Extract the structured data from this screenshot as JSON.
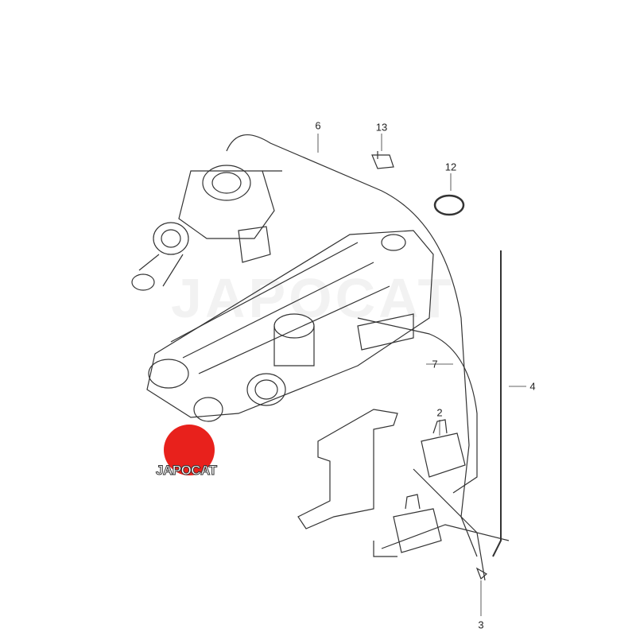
{
  "diagram": {
    "callouts": [
      {
        "id": "6",
        "label": "6"
      },
      {
        "id": "13",
        "label": "13"
      },
      {
        "id": "12",
        "label": "12"
      },
      {
        "id": "7",
        "label": "7"
      },
      {
        "id": "4",
        "label": "4"
      },
      {
        "id": "2",
        "label": "2"
      },
      {
        "id": "3",
        "label": "3"
      }
    ],
    "watermark": "JAPOCAT",
    "logo_text": "JAPOCAT",
    "accent_color": "#e8211c"
  }
}
